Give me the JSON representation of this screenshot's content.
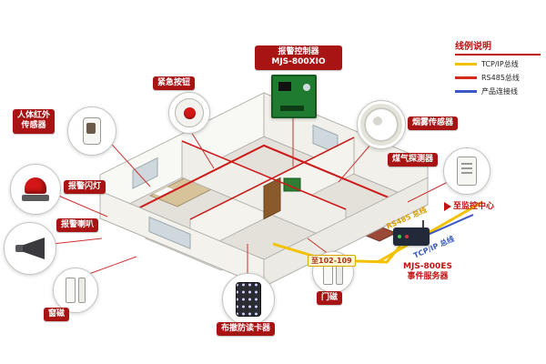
{
  "legend": {
    "title": "线例说明",
    "items": [
      {
        "label": "TCP/IP总线",
        "color": "#f2c200"
      },
      {
        "label": "RS485总线",
        "color": "#d42a1e"
      },
      {
        "label": "产品连接线",
        "color": "#3a57c4"
      }
    ]
  },
  "devices": {
    "pir": {
      "line1": "人体红外",
      "line2": "传感器"
    },
    "emergency_button": {
      "label": "紧急按钮"
    },
    "controller": {
      "line1": "报警控制器",
      "line2": "MJS-800XIO"
    },
    "smoke_sensor": {
      "label": "烟雾传感器"
    },
    "gas_detector": {
      "label": "煤气探测器"
    },
    "alarm_strobe": {
      "label": "报警闪灯"
    },
    "alarm_horn": {
      "label": "报警喇叭"
    },
    "window_contact": {
      "label": "窗磁"
    },
    "card_reader": {
      "label": "布撤防读卡器"
    },
    "door_contact": {
      "label": "门磁"
    },
    "event_server": {
      "line1": "MJS-800ES",
      "line2": "事件服务器"
    },
    "monitoring_center": {
      "label": "至监控中心"
    }
  },
  "wire_labels": {
    "room_range": "至102-109",
    "rs485": "RS485 总线",
    "tcpip": "TCP/IP 总线"
  },
  "colors": {
    "label_bg": "#a81414",
    "wire_red": "#cc1a1a",
    "wire_yellow": "#f2c200",
    "wire_blue": "#3a57c4"
  }
}
